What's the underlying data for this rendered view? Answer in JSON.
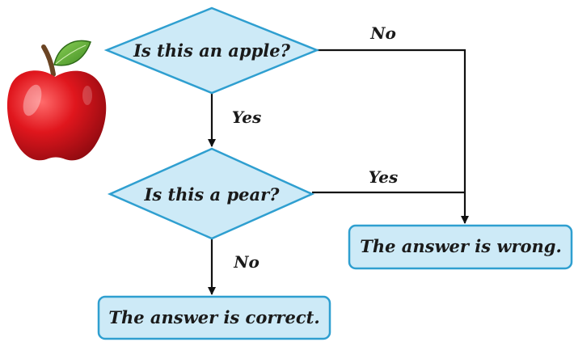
{
  "diagram": {
    "decision_apple": "Is this an apple?",
    "decision_pear": "Is this a pear?",
    "result_wrong": "The answer is wrong.",
    "result_correct": "The answer is correct.",
    "edge_apple_no": "No",
    "edge_apple_yes": "Yes",
    "edge_pear_yes": "Yes",
    "edge_pear_no": "No"
  },
  "colors": {
    "shape_fill": "#cdeaf7",
    "shape_stroke": "#2f9fd0",
    "line": "#111111",
    "apple_red": "#d8161d",
    "leaf_green": "#5aa832"
  },
  "icons": [
    "apple-illustration"
  ]
}
